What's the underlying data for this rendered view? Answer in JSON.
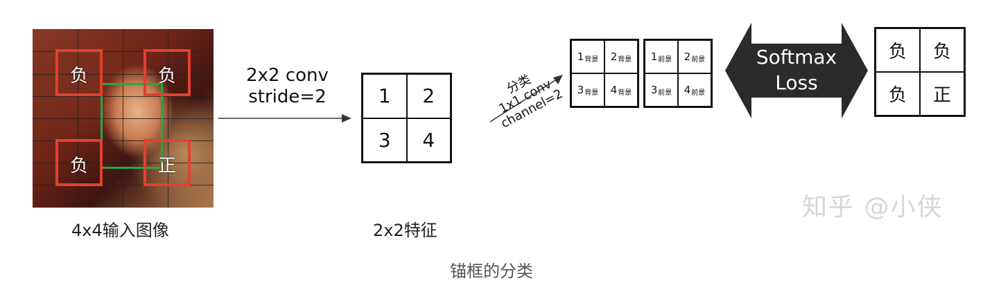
{
  "input": {
    "labels": [
      "负",
      "负",
      "负",
      "正"
    ],
    "caption": "4x4输入图像"
  },
  "conv": {
    "line1": "2x2 conv",
    "line2": "stride=2"
  },
  "feature": {
    "cells": [
      "1",
      "2",
      "3",
      "4"
    ],
    "caption": "2x2特征"
  },
  "classify": {
    "line1": "分类",
    "line2": "1x1 conv",
    "line3": "channel=2"
  },
  "background_grid": {
    "numbers": [
      "1",
      "2",
      "3",
      "4"
    ],
    "subscript": "背景"
  },
  "foreground_grid": {
    "numbers": [
      "1",
      "2",
      "3",
      "4"
    ],
    "subscript": "前景"
  },
  "loss": {
    "line1": "Softmax",
    "line2": "Loss"
  },
  "result": {
    "cells": [
      "负",
      "负",
      "负",
      "正"
    ]
  },
  "watermark": "知乎 @小侠",
  "figure_caption": "锚框的分类",
  "colors": {
    "red_box": "#e3412d",
    "green_box": "#27a844",
    "arrow_fill": "#2b2b2b"
  }
}
